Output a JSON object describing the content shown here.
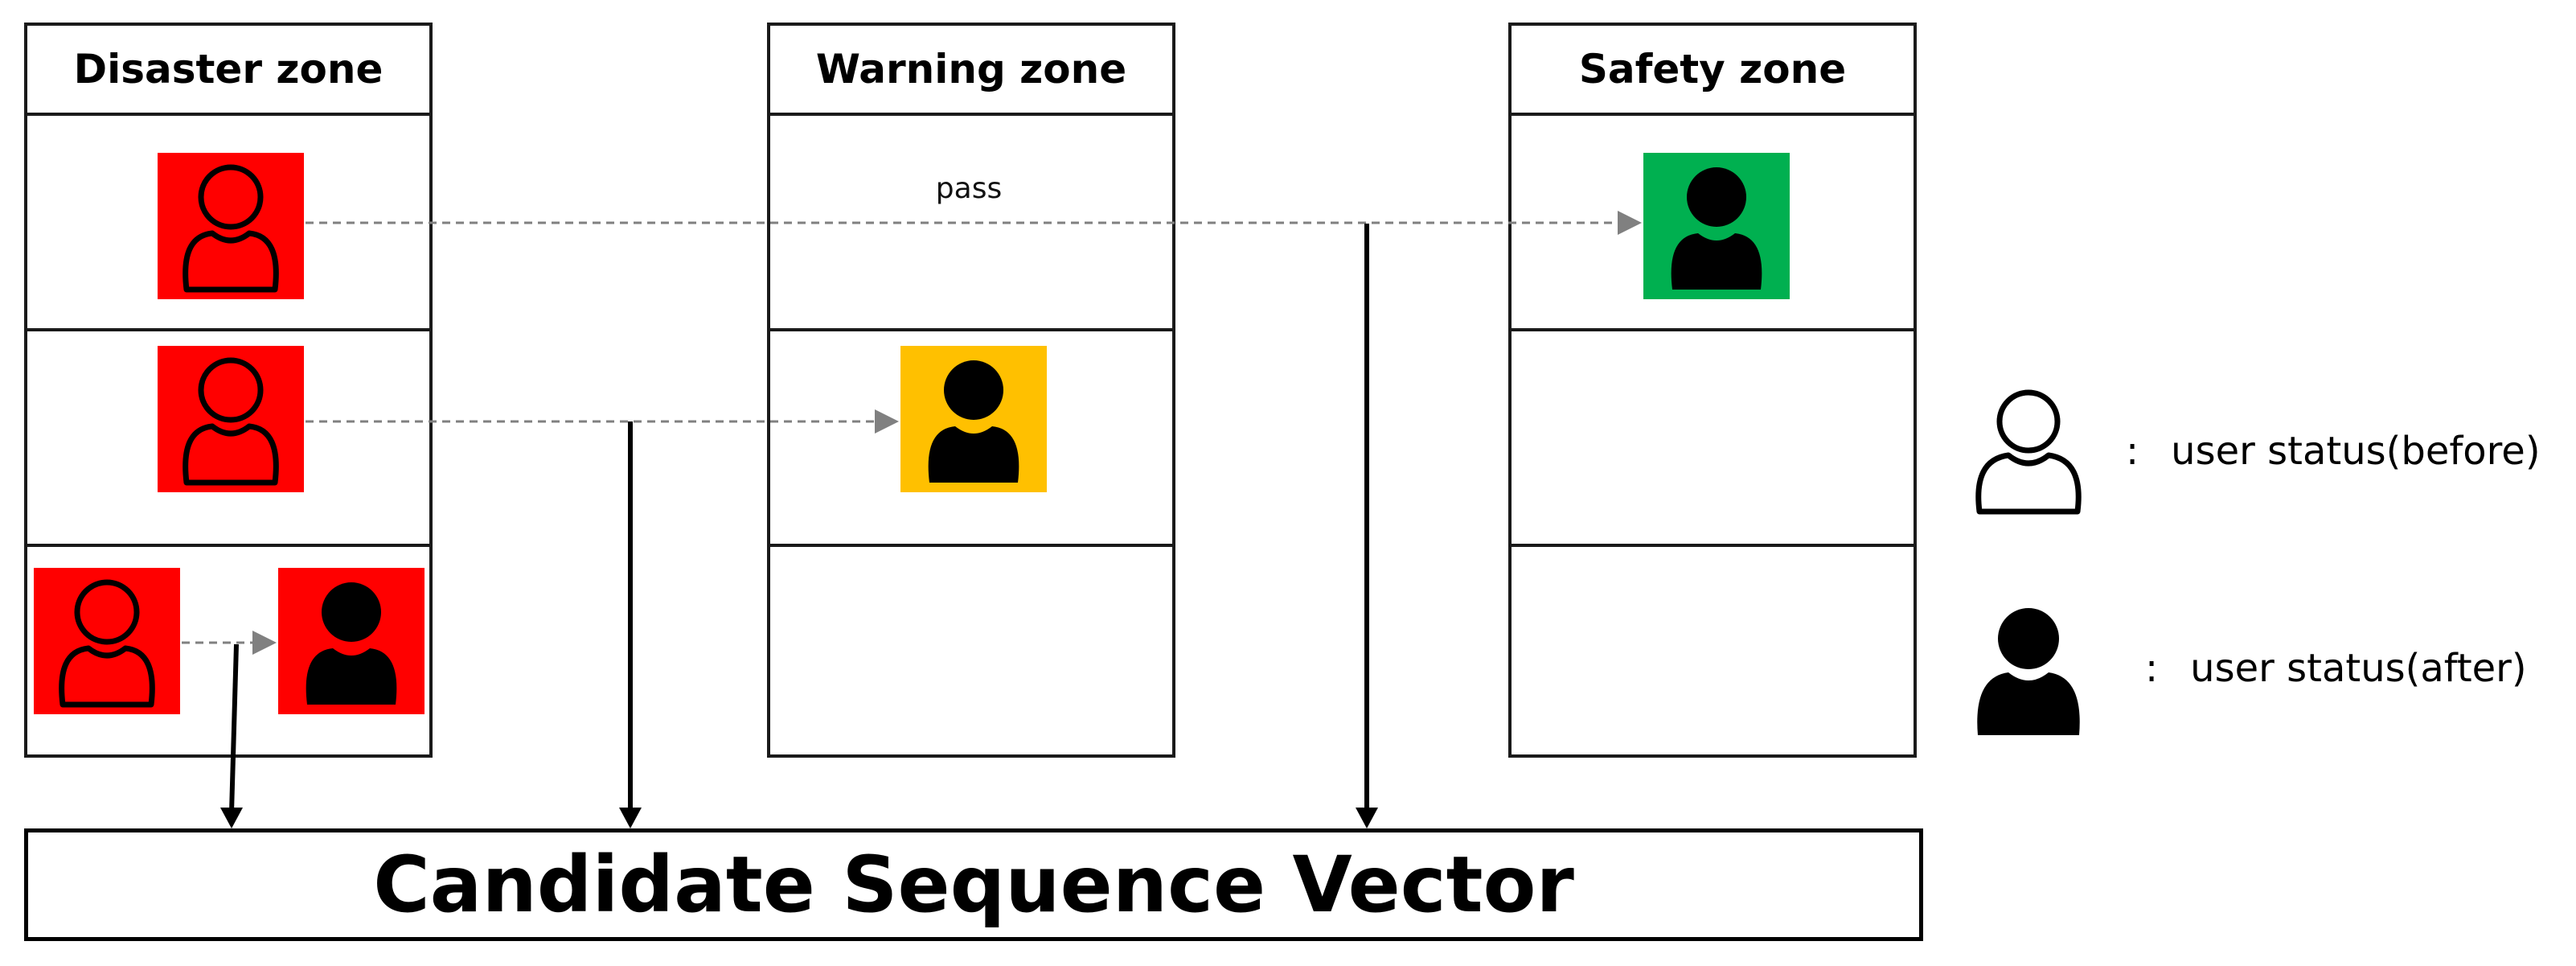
{
  "zones": [
    {
      "title": "Disaster zone",
      "color": "#ff0000"
    },
    {
      "title": "Warning zone",
      "color": "#ffc000"
    },
    {
      "title": "Safety zone",
      "color": "#00b050"
    }
  ],
  "annotations": {
    "pass_label": "pass"
  },
  "output": {
    "label": "Candidate Sequence Vector"
  },
  "legend": {
    "before": {
      "separator": ":",
      "text": "user status(before)",
      "icon": "person-outline-icon"
    },
    "after": {
      "separator": ":",
      "text": "user status(after)",
      "icon": "person-filled-icon"
    }
  },
  "colors": {
    "disaster": "#ff0000",
    "warning": "#ffc000",
    "safety": "#00b050",
    "line": "#000000",
    "dashed_arrow": "#808080"
  }
}
